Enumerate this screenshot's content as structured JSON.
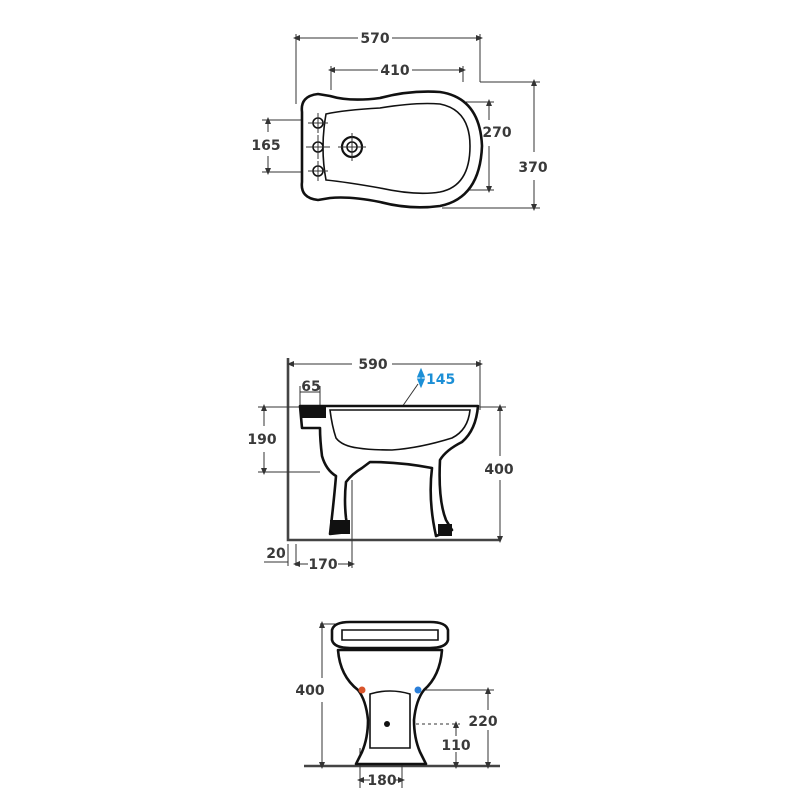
{
  "views": {
    "top": {
      "overall_width": "570",
      "bowl_width": "410",
      "overall_depth": "370",
      "bowl_depth": "270",
      "tap_spacing": "165"
    },
    "side": {
      "overall_length": "590",
      "rim_offset": "65",
      "water_depth": "145",
      "inlet_height": "190",
      "height": "400",
      "floor_gap": "20",
      "outlet_distance": "170"
    },
    "front": {
      "height": "400",
      "supply_height": "220",
      "outlet_height": "110",
      "base_width": "180"
    }
  },
  "colors": {
    "line": "#333333",
    "accent_blue": "#1c8fd6",
    "hot_marker": "#d9542b",
    "cold_marker": "#2b7fd9"
  }
}
